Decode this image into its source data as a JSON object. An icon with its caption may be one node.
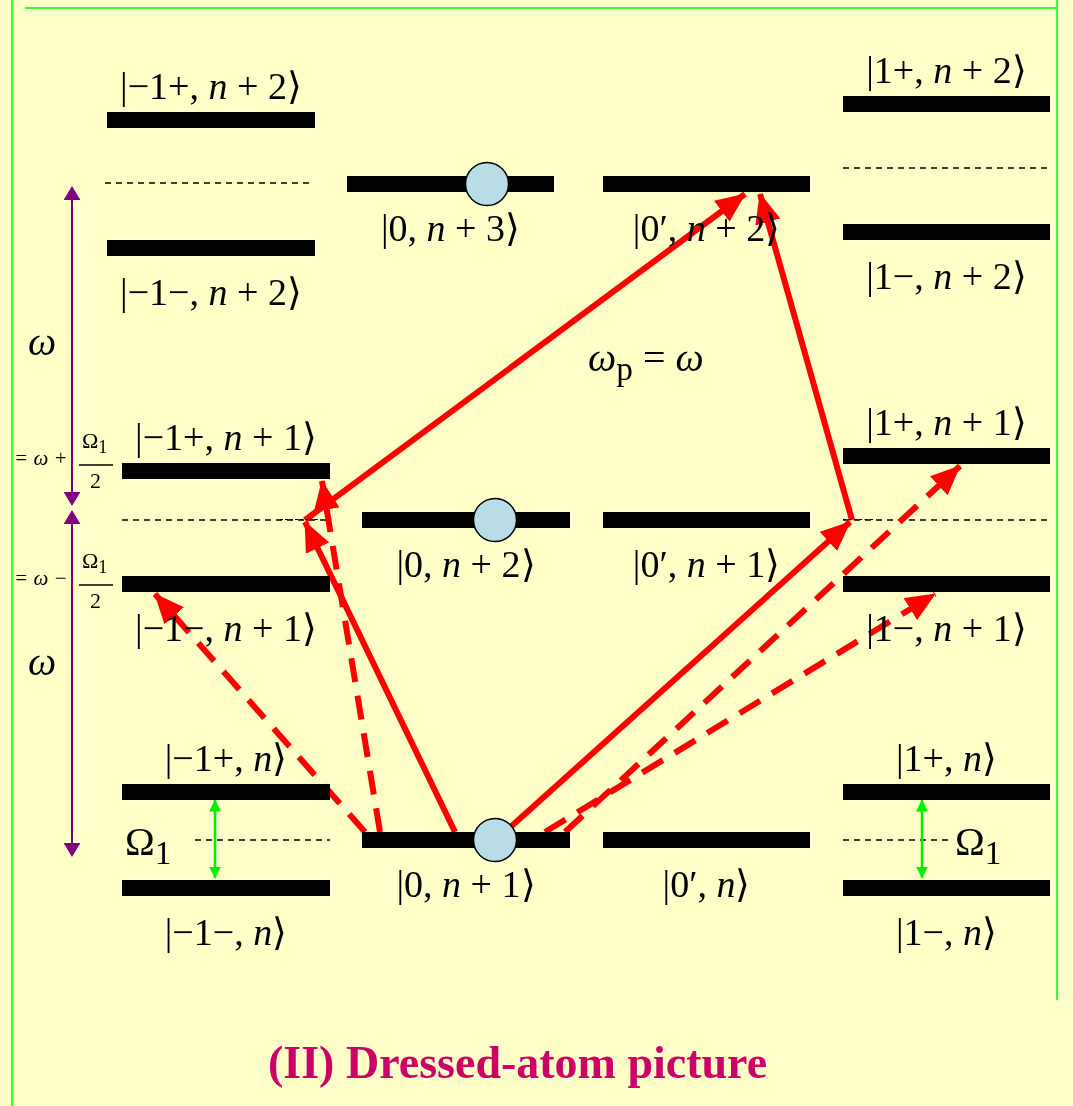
{
  "diagram": {
    "title": "(II) Dressed-atom picture",
    "nodes": [
      {
        "text": [
          "|−1+, *n* + 2⟩"
        ]
      },
      {
        "text": [
          "|−1−, *n* + 2⟩"
        ]
      },
      {
        "text": [
          "|−1+, *n* + 1⟩"
        ]
      },
      {
        "text": [
          "|−1−, *n* + 1⟩"
        ]
      },
      {
        "text": [
          "|−1+, *n*⟩"
        ]
      },
      {
        "text": [
          "|−1−, *n*⟩"
        ]
      },
      {
        "text": [
          "|0, *n* + 3⟩"
        ]
      },
      {
        "text": [
          "|0, *n* + 2⟩"
        ]
      },
      {
        "text": [
          "|0, *n* + 1⟩"
        ]
      },
      {
        "text": [
          "|0′, *n* + 2⟩"
        ]
      },
      {
        "text": [
          "|0′, *n* + 1⟩"
        ]
      },
      {
        "text": [
          "|0′, *n*⟩"
        ]
      },
      {
        "text": [
          "|1+, *n* + 2⟩"
        ]
      },
      {
        "text": [
          "|1−, *n* + 2⟩"
        ]
      },
      {
        "text": [
          "|1+, *n* + 1⟩"
        ]
      },
      {
        "text": [
          "|1−, *n* + 1⟩"
        ]
      },
      {
        "text": [
          "|1+, *n*⟩"
        ]
      },
      {
        "text": [
          "|1−, *n*⟩"
        ]
      },
      {
        "text": [],
        "shape": "line"
      },
      {
        "text": [],
        "shape": "line"
      }
    ],
    "edges": [
      {
        "from": 8,
        "to": 18,
        "arrow": "to"
      },
      {
        "from": 18,
        "to": 9,
        "arrow": "to"
      },
      {
        "from": 8,
        "to": 19,
        "arrow": "to"
      },
      {
        "from": 19,
        "to": 9,
        "arrow": "to"
      },
      {
        "from": 8,
        "to": 2,
        "arrow": "to",
        "style": "dashed"
      },
      {
        "from": 8,
        "to": 3,
        "arrow": "to",
        "style": "dashed"
      },
      {
        "from": 8,
        "to": 14,
        "arrow": "to",
        "style": "dashed"
      },
      {
        "from": 8,
        "to": 15,
        "arrow": "to",
        "style": "dashed"
      },
      {
        "from": 4,
        "to": 5,
        "arrow": "both",
        "color": "#00ee00"
      },
      {
        "from": 16,
        "to": 17,
        "arrow": "both",
        "color": "#00ee00"
      }
    ],
    "labels": [
      "ω",
      "= ω +",
      "Ω$_{1}$",
      "2",
      "*ω*$_{p}$ = *ω*",
      "= ω −",
      "Ω$_{1}$",
      "2",
      "ω",
      "Ω$_{1}$",
      "Ω$_{1}$"
    ]
  }
}
